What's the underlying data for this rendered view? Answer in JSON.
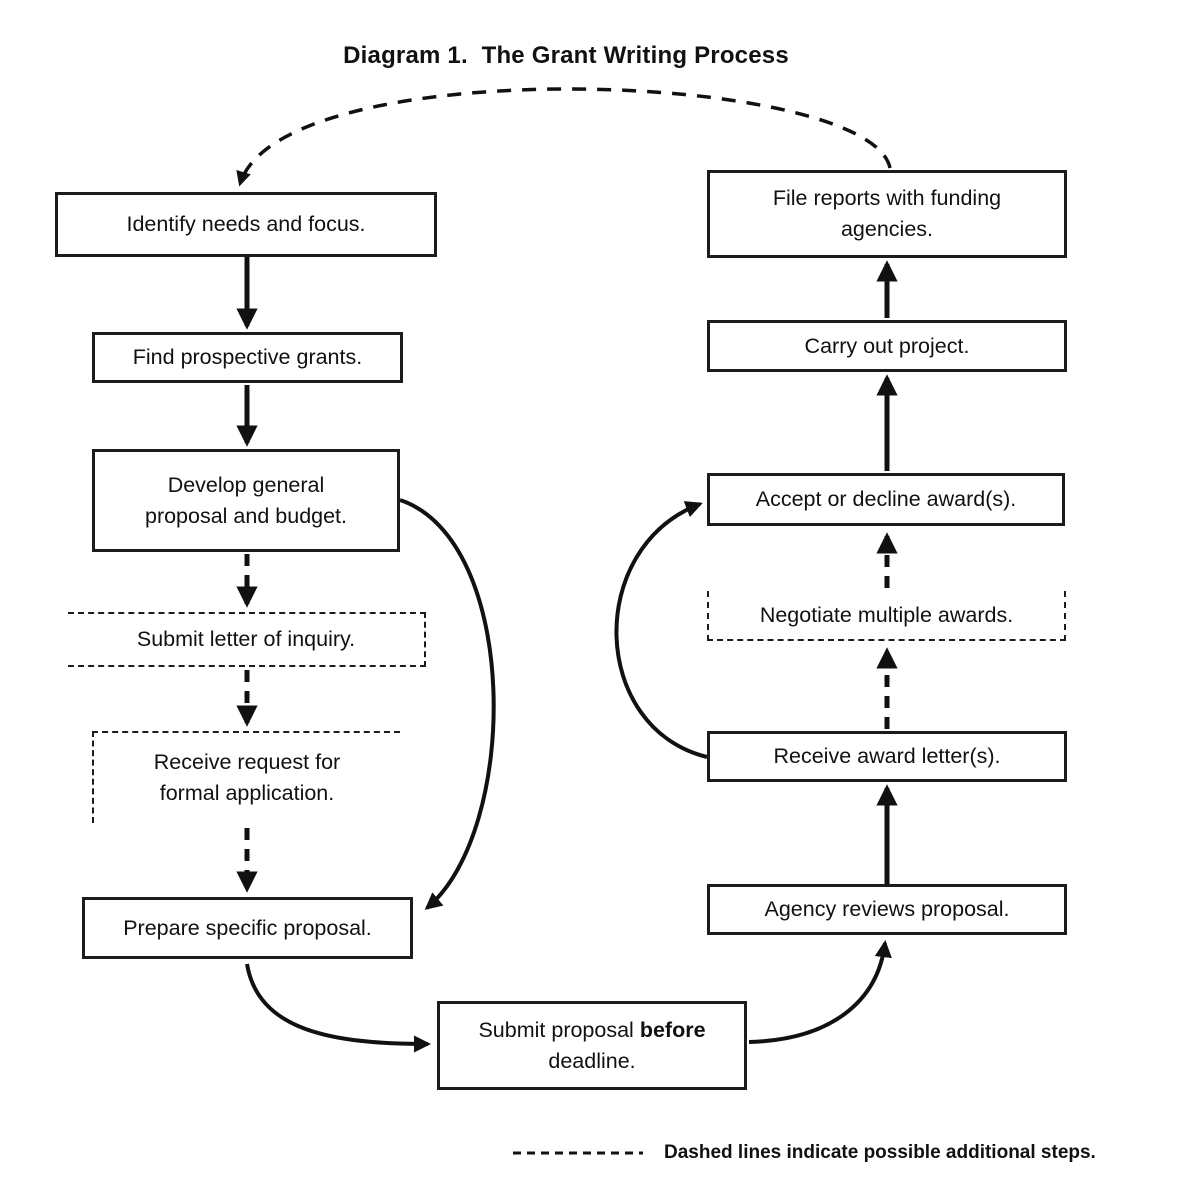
{
  "title": "Diagram 1.  The Grant Writing Process",
  "colors": {
    "ink": "#111111",
    "background": "#ffffff"
  },
  "nodes": {
    "identify": {
      "label": "Identify needs and focus.",
      "border": "solid"
    },
    "find": {
      "label": "Find prospective grants.",
      "border": "solid"
    },
    "develop": {
      "lines": [
        "Develop general",
        "proposal and budget."
      ],
      "border": "solid"
    },
    "inquiry": {
      "label": "Submit letter of inquiry.",
      "border": "dashed"
    },
    "request": {
      "lines": [
        "Receive request for",
        "formal application."
      ],
      "border": "dashed"
    },
    "prepare": {
      "label": "Prepare specific proposal.",
      "border": "solid"
    },
    "submit": {
      "line1_pre": "Submit proposal ",
      "line1_bold": "before",
      "line2": "deadline.",
      "border": "solid"
    },
    "agency": {
      "label": "Agency reviews proposal.",
      "border": "solid"
    },
    "award": {
      "label": "Receive award letter(s).",
      "border": "solid"
    },
    "negotiate": {
      "label": "Negotiate multiple awards.",
      "border": "dashed"
    },
    "accept": {
      "label": "Accept or decline award(s).",
      "border": "solid"
    },
    "carry": {
      "label": "Carry out project.",
      "border": "solid"
    },
    "file": {
      "label": "File reports with funding agencies.",
      "border": "solid"
    }
  },
  "edges": [
    {
      "from": "identify",
      "to": "find",
      "style": "solid"
    },
    {
      "from": "find",
      "to": "develop",
      "style": "solid"
    },
    {
      "from": "develop",
      "to": "inquiry",
      "style": "dashed"
    },
    {
      "from": "inquiry",
      "to": "request",
      "style": "dashed"
    },
    {
      "from": "request",
      "to": "prepare",
      "style": "dashed"
    },
    {
      "from": "develop",
      "to": "prepare",
      "style": "solid-curve"
    },
    {
      "from": "prepare",
      "to": "submit",
      "style": "solid-curve"
    },
    {
      "from": "submit",
      "to": "agency",
      "style": "solid-curve"
    },
    {
      "from": "agency",
      "to": "award",
      "style": "solid"
    },
    {
      "from": "award",
      "to": "negotiate",
      "style": "dashed"
    },
    {
      "from": "negotiate",
      "to": "accept",
      "style": "dashed"
    },
    {
      "from": "award",
      "to": "accept",
      "style": "solid-curve"
    },
    {
      "from": "accept",
      "to": "carry",
      "style": "solid"
    },
    {
      "from": "carry",
      "to": "file",
      "style": "solid"
    },
    {
      "from": "file",
      "to": "identify",
      "style": "dashed-curve"
    }
  ],
  "legend": {
    "text": "Dashed lines indicate possible additional steps."
  }
}
